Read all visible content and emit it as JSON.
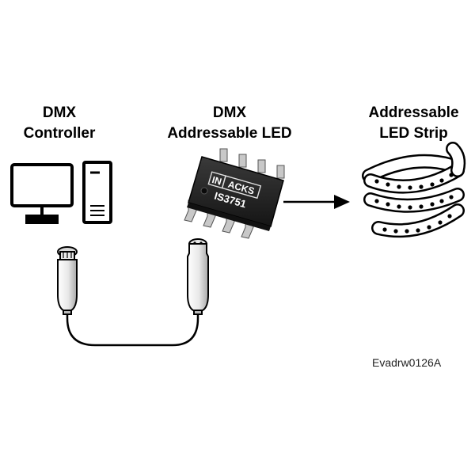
{
  "labels": {
    "controller": {
      "line1": "DMX",
      "line2": "Controller"
    },
    "chip": {
      "line1": "DMX",
      "line2": "Addressable LED"
    },
    "strip": {
      "line1": "Addressable",
      "line2": "LED Strip"
    }
  },
  "chip": {
    "brand_left": "IN",
    "brand_right": "ACKS",
    "part_number": "IS3751"
  },
  "diagram_code": "Evadrw0126A",
  "colors": {
    "ink": "#000000",
    "chip_body": "#2b2b2b",
    "pins": "#c8c8c8",
    "background": "#ffffff"
  },
  "icons": [
    "monitor-icon",
    "computer-tower-icon",
    "xlr-connector-icon",
    "ic-chip-icon",
    "arrow-right-icon",
    "led-strip-icon"
  ]
}
